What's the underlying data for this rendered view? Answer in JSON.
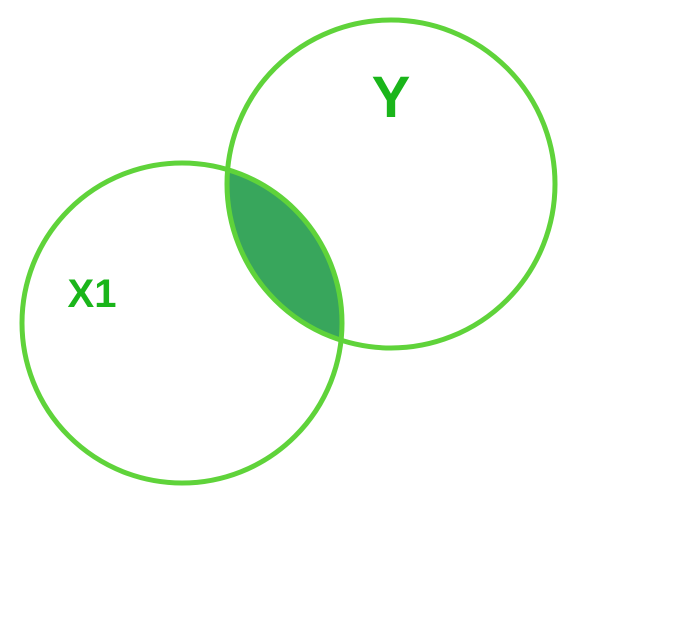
{
  "sets": [
    {
      "id": "x1",
      "label": "X1"
    },
    {
      "id": "y",
      "label": "Y"
    }
  ],
  "highlighted_region": "X1 ∩ Y",
  "colors": {
    "outline": "#5fd33a",
    "label": "#1ab51a",
    "intersection_fill": "#38a65c",
    "background": "#ffffff"
  }
}
